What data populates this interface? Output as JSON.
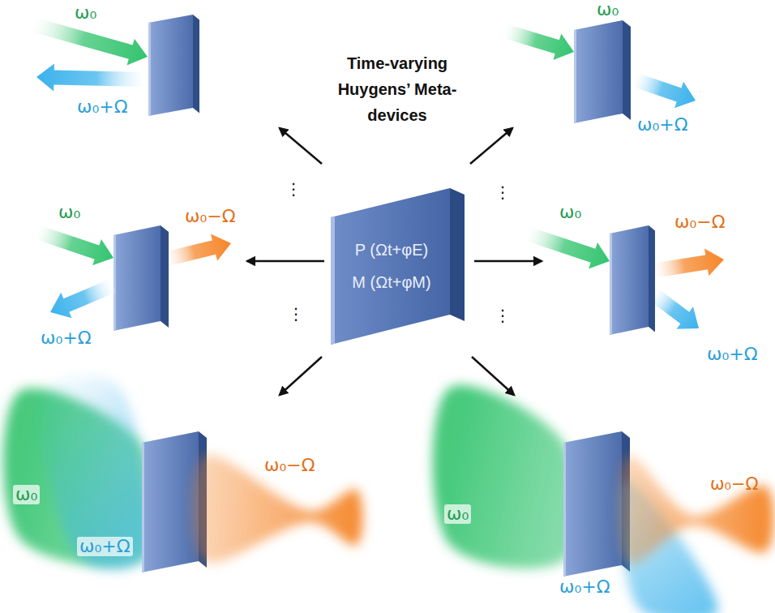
{
  "diagram": {
    "title": "Time-varying Huygens’ Meta-devices",
    "nodes": [
      {
        "text": [
          "P (Ωt+φE)",
          "M (Ωt+φM)"
        ]
      }
    ],
    "labels": [
      "ω₀",
      "ω₀+Ω",
      "ω₀",
      "ω₀+Ω",
      "ω₀",
      "ω₀−Ω",
      "ω₀+Ω",
      "ω₀",
      "ω₀−Ω",
      "ω₀+Ω",
      "ω₀",
      "ω₀+Ω",
      "ω₀−Ω",
      "ω₀",
      "ω₀−Ω",
      "ω₀+Ω",
      "⋮",
      "⋮",
      "⋮",
      "⋮"
    ]
  }
}
